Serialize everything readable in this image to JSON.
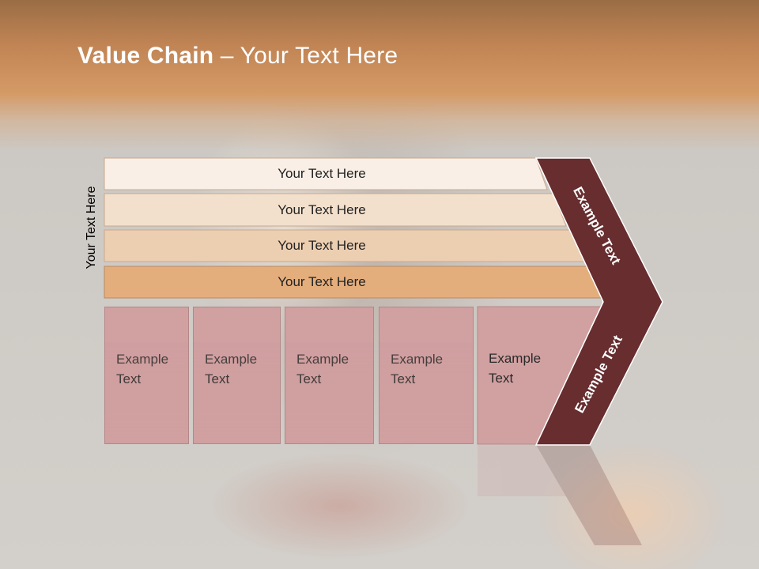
{
  "slide": {
    "title_bold": "Value Chain",
    "title_rest": " – Your Text Here",
    "side_label": "Your Text Here",
    "bars": [
      {
        "label": "Your Text Here"
      },
      {
        "label": "Your Text Here"
      },
      {
        "label": "Your Text Here"
      },
      {
        "label": "Your Text Here"
      }
    ],
    "boxes": [
      {
        "line1": "Example",
        "line2": "Text"
      },
      {
        "line1": "Example",
        "line2": "Text"
      },
      {
        "line1": "Example",
        "line2": "Text"
      },
      {
        "line1": "Example",
        "line2": "Text"
      },
      {
        "line1": "Example",
        "line2": "Text"
      }
    ],
    "chevron_top_label": "Example Text",
    "chevron_bottom_label": "Example Text"
  },
  "colors": {
    "bar_1": "#f9efe6",
    "bar_2": "#f3e0cc",
    "bar_3": "#ecceb1",
    "bar_4": "#e4ae7c",
    "boxes": "#d1a0a1",
    "chevron": "#672d2f"
  }
}
